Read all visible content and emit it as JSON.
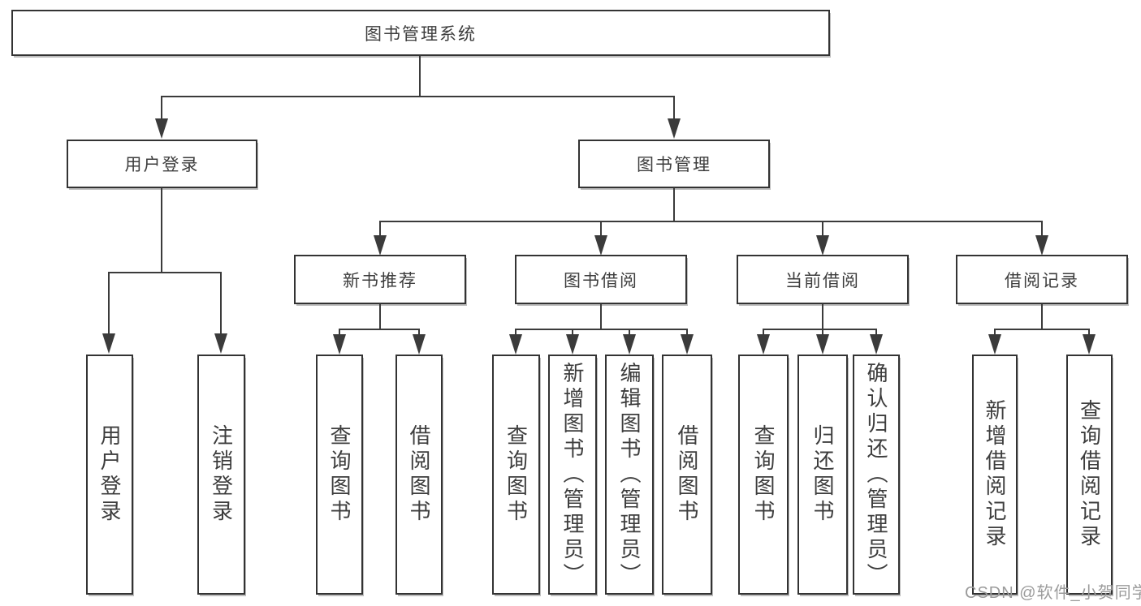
{
  "diagram": {
    "root": {
      "label": "图书管理系统"
    },
    "branches": [
      {
        "label": "用户登录",
        "children": [
          {
            "label": "用户登录"
          },
          {
            "label": "注销登录"
          }
        ]
      },
      {
        "label": "图书管理",
        "children": [
          {
            "label": "新书推荐",
            "children": [
              {
                "label": "查询图书"
              },
              {
                "label": "借阅图书"
              }
            ]
          },
          {
            "label": "图书借阅",
            "children": [
              {
                "label": "查询图书"
              },
              {
                "label": "新增图书（管理员）"
              },
              {
                "label": "编辑图书（管理员）"
              },
              {
                "label": "借阅图书"
              }
            ]
          },
          {
            "label": "当前借阅",
            "children": [
              {
                "label": "查询图书"
              },
              {
                "label": "归还图书"
              },
              {
                "label": "确认归还（管理员）"
              }
            ]
          },
          {
            "label": "借阅记录",
            "children": [
              {
                "label": "新增借阅记录"
              },
              {
                "label": "查询借阅记录"
              }
            ]
          }
        ]
      }
    ],
    "watermark": "CSDN @软件_小贺同学",
    "colors": {
      "line": "#3b3b3b",
      "border": "#333333",
      "box_fill": "#ffffff",
      "text": "#3d3d3d",
      "watermark": "#9b9b9b",
      "background": "#ffffff"
    }
  }
}
